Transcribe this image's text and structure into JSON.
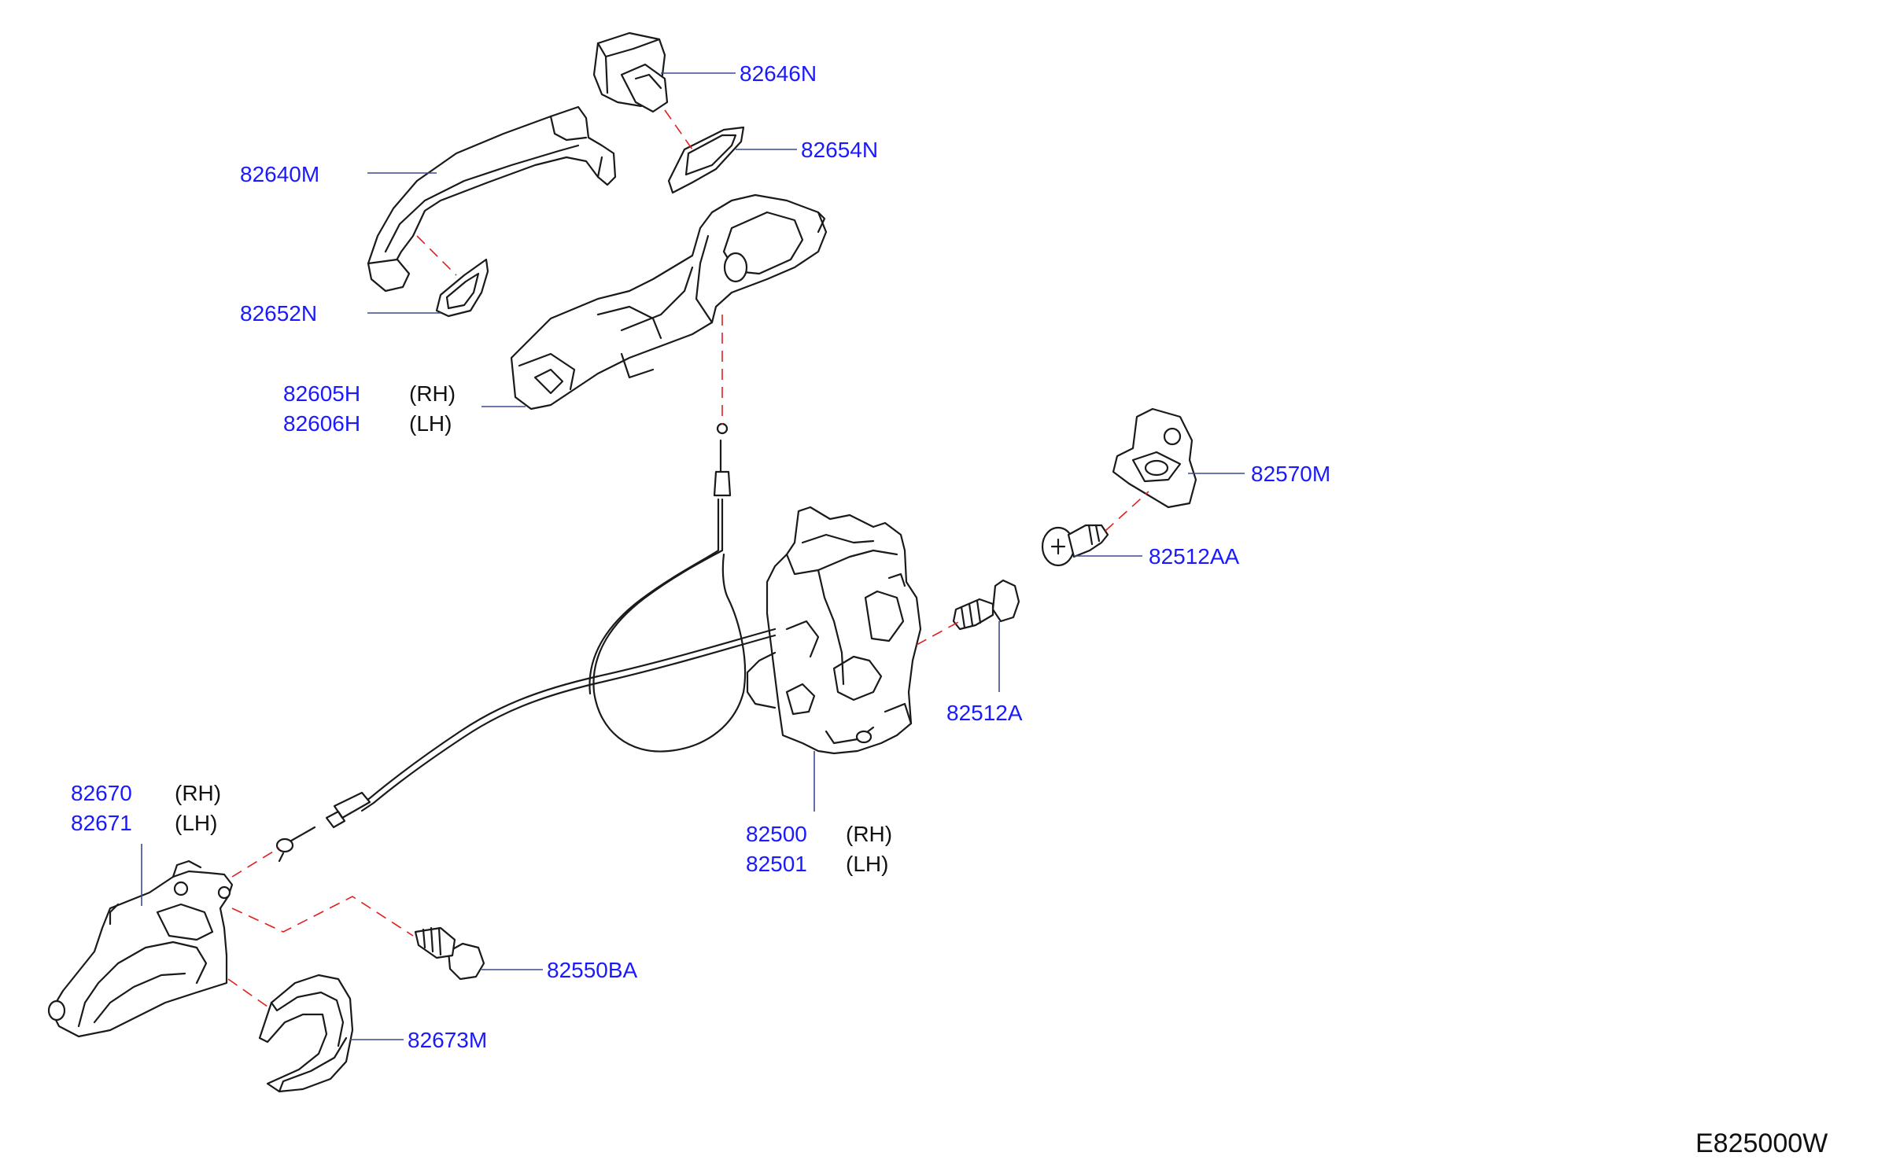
{
  "parts": {
    "p82646N": "82646N",
    "p82654N": "82654N",
    "p82640M": "82640M",
    "p82652N": "82652N",
    "p82605H": "82605H",
    "p82605H_side": "(RH)",
    "p82606H": "82606H",
    "p82606H_side": "(LH)",
    "p82570M": "82570M",
    "p82512AA": "82512AA",
    "p82512A": "82512A",
    "p82670": "82670",
    "p82670_side": "(RH)",
    "p82671": "82671",
    "p82671_side": "(LH)",
    "p82500": "82500",
    "p82500_side": "(RH)",
    "p82501": "82501",
    "p82501_side": "(LH)",
    "p82550BA": "82550BA",
    "p82673M": "82673M"
  },
  "diagram_ref": "E825000W",
  "colors": {
    "part_code": "#1a1aff",
    "side_text": "#111111",
    "leader_line": "#3b4a8f",
    "dash_line": "#e02020",
    "linework": "#1a1a1a"
  }
}
